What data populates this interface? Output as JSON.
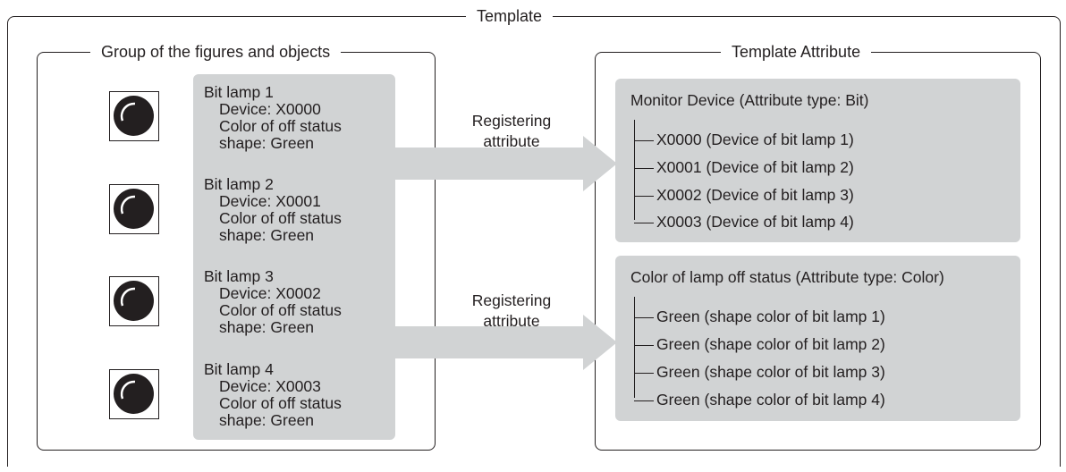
{
  "template_title": "Template",
  "group_title": "Group of the figures and objects",
  "attribute_title": "Template Attribute",
  "lamps": [
    {
      "name": "Bit lamp 1",
      "device": "Device: X0000",
      "color_line1": "Color of off status",
      "color_line2": "shape: Green"
    },
    {
      "name": "Bit lamp 2",
      "device": "Device: X0001",
      "color_line1": "Color of off status",
      "color_line2": "shape: Green"
    },
    {
      "name": "Bit lamp 3",
      "device": "Device: X0002",
      "color_line1": "Color of off status",
      "color_line2": "shape: Green"
    },
    {
      "name": "Bit lamp 4",
      "device": "Device: X0003",
      "color_line1": "Color of off status",
      "color_line2": "shape: Green"
    }
  ],
  "arrows": [
    {
      "line1": "Registering",
      "line2": "attribute"
    },
    {
      "line1": "Registering",
      "line2": "attribute"
    }
  ],
  "monitor": {
    "title": "Monitor Device (Attribute type: Bit)",
    "items": [
      "X0000 (Device of bit lamp 1)",
      "X0001 (Device of bit lamp 2)",
      "X0002 (Device of bit lamp 3)",
      "X0003 (Device of bit lamp 4)"
    ]
  },
  "color_attr": {
    "title": "Color of lamp off status (Attribute type: Color)",
    "items": [
      "Green (shape color of bit lamp 1)",
      "Green (shape color of bit lamp 2)",
      "Green (shape color of bit lamp 3)",
      "Green (shape color of bit lamp 4)"
    ]
  },
  "colors": {
    "panel": "#d1d3d4",
    "arrow": "#d1d3d4",
    "lamp": "#231f20"
  }
}
